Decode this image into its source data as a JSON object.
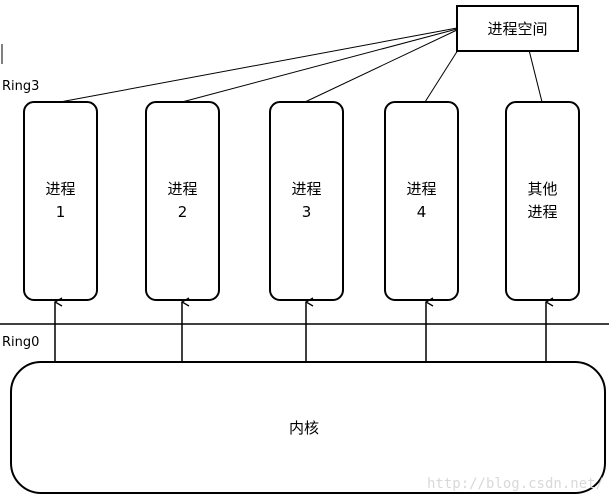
{
  "ring3_label": "Ring3",
  "ring0_label": "Ring0",
  "address_space_label": "进程空间",
  "processes": [
    {
      "line1": "进程",
      "line2": "1"
    },
    {
      "line1": "进程",
      "line2": "2"
    },
    {
      "line1": "进程",
      "line2": "3"
    },
    {
      "line1": "进程",
      "line2": "4"
    },
    {
      "line1": "其他",
      "line2": "进程"
    }
  ],
  "kernel_label": "内核",
  "watermark": "http://blog.csdn.net/"
}
